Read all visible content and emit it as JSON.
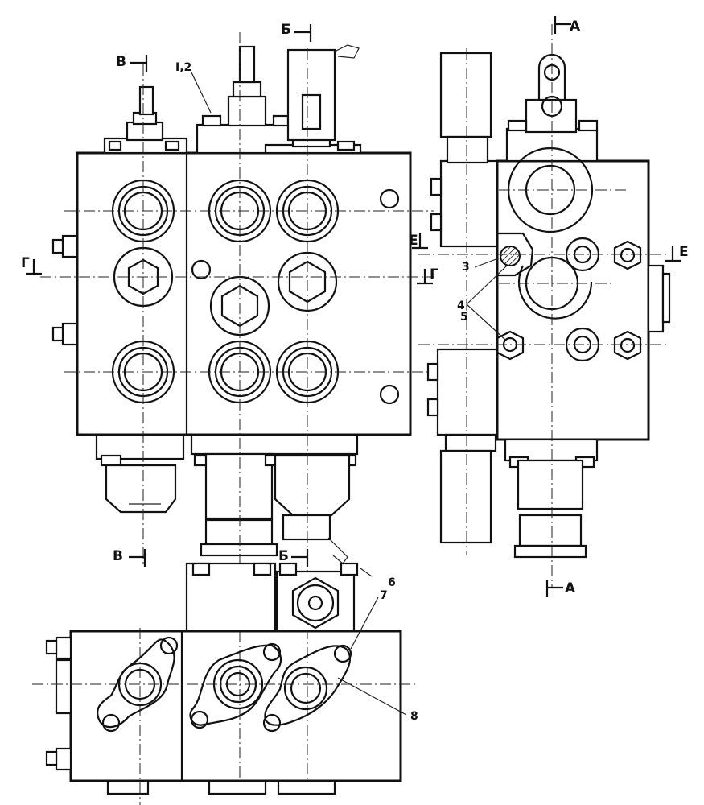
{
  "section_labels": {
    "b_top": "Б",
    "v_top": "В",
    "v_bottom": "В",
    "b_bottom": "Б",
    "g_left": "Г",
    "g_mid": "Г",
    "e_left": "Е",
    "e_right": "Е",
    "a_top": "А",
    "a_bottom": "А"
  },
  "callouts": {
    "c12": "I,2",
    "c3": "3",
    "c4": "4",
    "c5": "5",
    "c6": "6",
    "c7": "7",
    "c8": "8"
  },
  "colors": {
    "ink": "#111111",
    "paper": "#ffffff"
  }
}
